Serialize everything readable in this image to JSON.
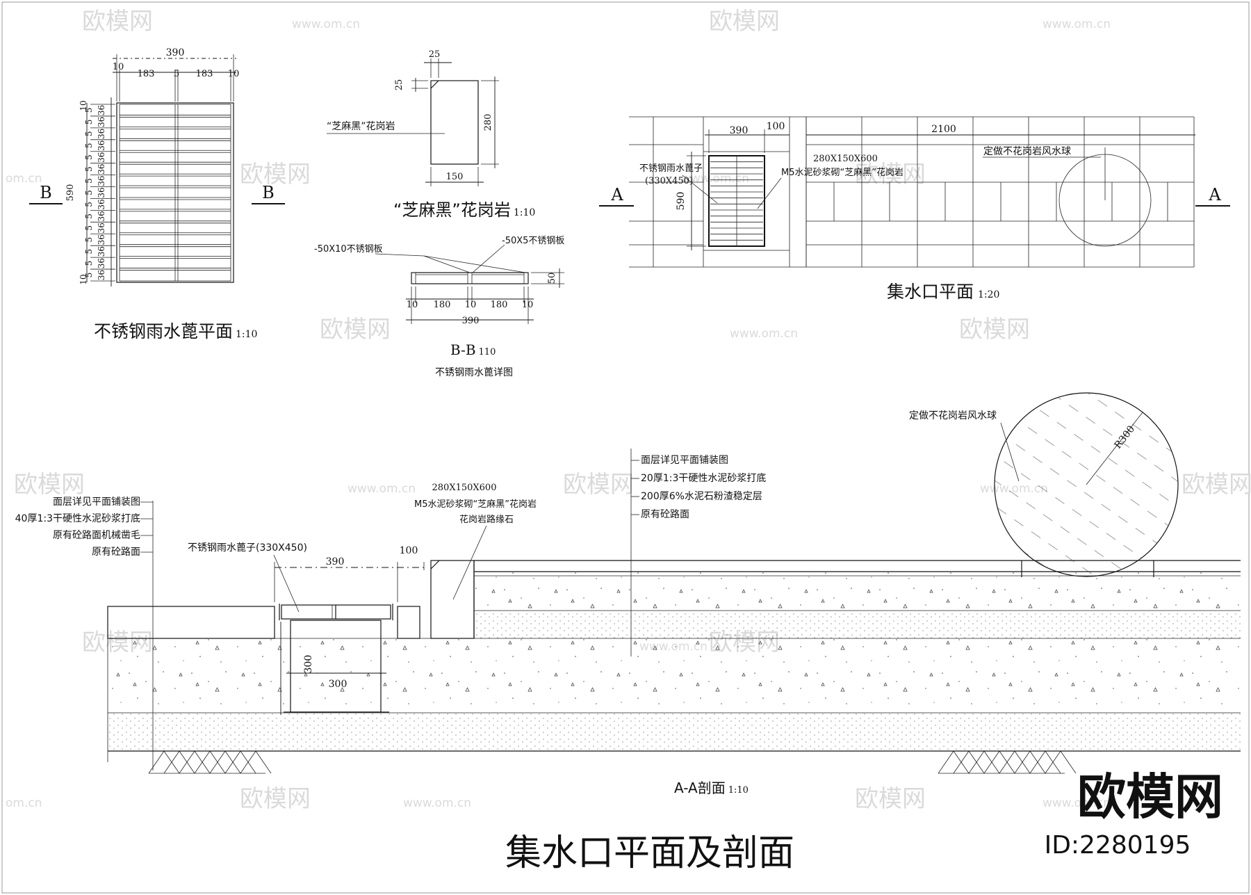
{
  "watermark": {
    "brand": "欧模网",
    "site": "www.om.cn",
    "site_short": "om.cn"
  },
  "brand_logo": {
    "name": "欧模网",
    "id": "ID:2280195"
  },
  "sheet_title": "集水口平面及剖面",
  "grate_plan": {
    "title": "不锈钢雨水蓖平面",
    "scale": "1:10",
    "total_width": "390",
    "width_parts": [
      "10",
      "183",
      "5",
      "183",
      "10"
    ],
    "height": "590",
    "section_mark": "B",
    "row_dims": [
      "10",
      "5",
      "36"
    ]
  },
  "granite_detail": {
    "title": "“芝麻黑”花岗岩",
    "scale": "1:10",
    "label": "“芝麻黑”花岗岩",
    "top_dim": "25",
    "chamfer_dim": "25",
    "height_dim": "280",
    "width_dim": "150"
  },
  "bb_section": {
    "title": "B-B",
    "scale": "110",
    "subtitle": "不锈钢雨水蓖详图",
    "label_left": "-50X10不锈钢板",
    "label_right": "-50X5不锈钢板",
    "parts": [
      "10",
      "180",
      "10",
      "180",
      "10"
    ],
    "total": "390",
    "height": "50"
  },
  "plan": {
    "title": "集水口平面",
    "scale": "1:20",
    "section_mark": "A",
    "dim_grate": "390",
    "dim_gap": "100",
    "dim_length": "2100",
    "dim_height": "590",
    "label_grate": "不锈钢雨水蓖子",
    "label_grate_size": "(330X450)",
    "label_stone_size": "280X150X600",
    "label_stone": "M5水泥砂浆砌“芝麻黑”花岗岩",
    "label_ball": "定做不花岗岩风水球"
  },
  "section": {
    "title": "A-A剖面",
    "scale": "1:10",
    "left_layers": [
      "面层详见平面铺装图",
      "40厚1:3干硬性水泥砂浆打底",
      "原有砼路面机械凿毛",
      "原有砼路面"
    ],
    "right_layers": [
      "面层详见平面铺装图",
      "20厚1:3干硬性水泥砂浆打底",
      "200厚6%水泥石粉渣稳定层",
      "原有砼路面"
    ],
    "label_grate": "不锈钢雨水蓖子(330X450)",
    "label_curb_size": "280X150X600",
    "label_curb": "M5水泥砂浆砌“芝麻黑”花岗岩",
    "label_curb2": "花岗岩路缘石",
    "label_ball": "定做不花岗岩风水球",
    "radius": "R300",
    "dim_390": "390",
    "dim_100": "100",
    "dim_pit_h": "300",
    "dim_pit_w": "300"
  }
}
